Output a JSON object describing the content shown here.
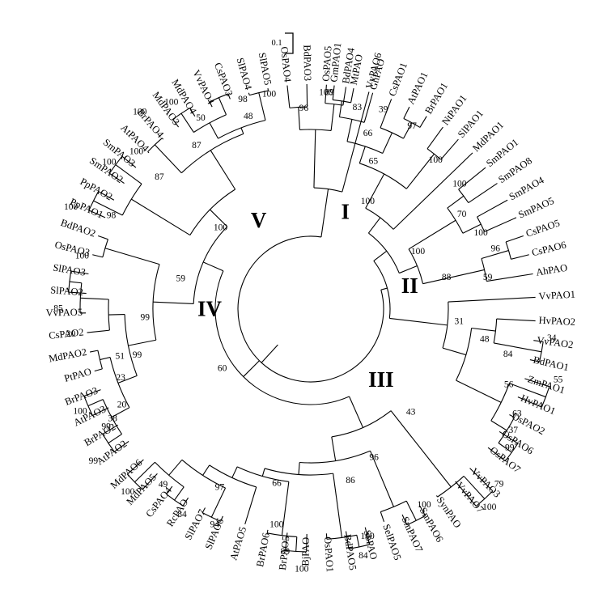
{
  "scale_bar": {
    "label": "0.1"
  },
  "clades": [
    {
      "label": "I",
      "angle": 20
    },
    {
      "label": "II",
      "angle": 78
    },
    {
      "label": "III",
      "angle": 136
    },
    {
      "label": "IV",
      "angle": 269
    },
    {
      "label": "V",
      "angle": 329
    }
  ],
  "taxa": [
    {
      "label": "GmPAO1",
      "angle": 6
    },
    {
      "label": "MtPAO",
      "angle": 11
    },
    {
      "label": "GhPAO",
      "angle": 16
    },
    {
      "label": "CsPAO1",
      "angle": 21
    },
    {
      "label": "AtPAO1",
      "angle": 26
    },
    {
      "label": "BrPAO1",
      "angle": 31
    },
    {
      "label": "NtPAO1",
      "angle": 36
    },
    {
      "label": "SlPAO1",
      "angle": 41
    },
    {
      "label": "MdPAO1",
      "angle": 46
    },
    {
      "label": "SmPAO1",
      "angle": 51
    },
    {
      "label": "SmPAO8",
      "angle": 56
    },
    {
      "label": "SmPAO4",
      "angle": 61
    },
    {
      "label": "SmPAO5",
      "angle": 66
    },
    {
      "label": "CsPAO5",
      "angle": 71
    },
    {
      "label": "CsPAO6",
      "angle": 76
    },
    {
      "label": "AhPAO",
      "angle": 81
    },
    {
      "label": "VvPAO1",
      "angle": 87
    },
    {
      "label": "HvPAO2",
      "angle": 93
    },
    {
      "label": "VvPAO2",
      "angle": 98
    },
    {
      "label": "BdPAO1",
      "angle": 103
    },
    {
      "label": "ZmPAO1",
      "angle": 108
    },
    {
      "label": "HvPAO1",
      "angle": 113
    },
    {
      "label": "OsPAO2",
      "angle": 118
    },
    {
      "label": "OsPAO6",
      "angle": 123
    },
    {
      "label": "OsPAO7",
      "angle": 128
    },
    {
      "label": "VvPAO3",
      "angle": 135
    },
    {
      "label": "VvPAO7",
      "angle": 140
    },
    {
      "label": "SynPAO",
      "angle": 146
    },
    {
      "label": "SmPAO6",
      "angle": 151
    },
    {
      "label": "SmPAO7",
      "angle": 156
    },
    {
      "label": "SelPAO5",
      "angle": 161
    },
    {
      "label": "SbPAO",
      "angle": 166
    },
    {
      "label": "BdPAO5",
      "angle": 171
    },
    {
      "label": "OsPAO1",
      "angle": 176
    },
    {
      "label": "BjPAO",
      "angle": 181
    },
    {
      "label": "BrPAO5",
      "angle": 186
    },
    {
      "label": "BrPAO6",
      "angle": 191
    },
    {
      "label": "AtPAO5",
      "angle": 197
    },
    {
      "label": "SlPAO6",
      "angle": 203
    },
    {
      "label": "SlPAO7",
      "angle": 208
    },
    {
      "label": "RcPAO",
      "angle": 213
    },
    {
      "label": "CsPAO4",
      "angle": 218
    },
    {
      "label": "MdPAO5",
      "angle": 223
    },
    {
      "label": "MdPAO6",
      "angle": 228
    },
    {
      "label": "AtPAO2",
      "angle": 234
    },
    {
      "label": "BrPAO2",
      "angle": 239
    },
    {
      "label": "AtPAO3",
      "angle": 244
    },
    {
      "label": "BrPAO3",
      "angle": 249
    },
    {
      "label": "PtPAO",
      "angle": 254
    },
    {
      "label": "MdPAO2",
      "angle": 259
    },
    {
      "label": "CsPAO2",
      "angle": 264
    },
    {
      "label": "VvPAO5",
      "angle": 269
    },
    {
      "label": "SlPAO2",
      "angle": 274
    },
    {
      "label": "SlPAO3",
      "angle": 279
    },
    {
      "label": "OsPAO3",
      "angle": 284
    },
    {
      "label": "BdPAO2",
      "angle": 289
    },
    {
      "label": "PpPAO1",
      "angle": 294
    },
    {
      "label": "PpPAO2",
      "angle": 299
    },
    {
      "label": "SmPAO2",
      "angle": 304
    },
    {
      "label": "SmPAO3",
      "angle": 309
    },
    {
      "label": "AtPAO4",
      "angle": 314
    },
    {
      "label": "BrPAO4",
      "angle": 319
    },
    {
      "label": "MdPAO3",
      "angle": 324
    },
    {
      "label": "MdPAO4",
      "angle": 329
    },
    {
      "label": "VvPAO4",
      "angle": 334
    },
    {
      "label": "CsPAO3",
      "angle": 339
    },
    {
      "label": "SlPAO4",
      "angle": 344
    },
    {
      "label": "SlPAO5",
      "angle": 349
    },
    {
      "label": "OsPAO4",
      "angle": 354
    },
    {
      "label": "BdPAO3",
      "angle": 359
    },
    {
      "label": "OsPAO5",
      "angle": 364
    },
    {
      "label": "BdPAO4",
      "angle": 369
    },
    {
      "label": "VvPAO6",
      "angle": 375
    }
  ],
  "bootstrap": [
    {
      "label": "89",
      "angle": 5,
      "r": 268
    },
    {
      "label": "83",
      "angle": 13,
      "r": 255
    },
    {
      "label": "39",
      "angle": 20,
      "r": 262
    },
    {
      "label": "97",
      "angle": 29,
      "r": 258
    },
    {
      "label": "66",
      "angle": 18,
      "r": 228
    },
    {
      "label": "100",
      "angle": 40,
      "r": 240
    },
    {
      "label": "65",
      "angle": 23,
      "r": 198
    },
    {
      "label": "100",
      "angle": 28,
      "r": 150
    },
    {
      "label": "100",
      "angle": 50,
      "r": 240
    },
    {
      "label": "70",
      "angle": 58,
      "r": 220
    },
    {
      "label": "100",
      "angle": 66,
      "r": 230
    },
    {
      "label": "96",
      "angle": 72,
      "r": 240
    },
    {
      "label": "59",
      "angle": 80,
      "r": 222
    },
    {
      "label": "100",
      "angle": 62,
      "r": 150
    },
    {
      "label": "88",
      "angle": 77,
      "r": 172
    },
    {
      "label": "31",
      "angle": 95,
      "r": 184
    },
    {
      "label": "48",
      "angle": 100,
      "r": 218
    },
    {
      "label": "84",
      "angle": 103,
      "r": 250
    },
    {
      "label": "34",
      "angle": 97,
      "r": 300
    },
    {
      "label": "56",
      "angle": 111,
      "r": 262
    },
    {
      "label": "55",
      "angle": 106,
      "r": 318
    },
    {
      "label": "63",
      "angle": 117,
      "r": 286
    },
    {
      "label": "37",
      "angle": 121,
      "r": 292
    },
    {
      "label": "99",
      "angle": 125,
      "r": 300
    },
    {
      "label": "43",
      "angle": 136,
      "r": 178
    },
    {
      "label": "79",
      "angle": 133,
      "r": 318
    },
    {
      "label": "100",
      "angle": 138,
      "r": 330
    },
    {
      "label": "100",
      "angle": 150,
      "r": 280
    },
    {
      "label": "96",
      "angle": 157,
      "r": 200
    },
    {
      "label": "86",
      "angle": 167,
      "r": 218
    },
    {
      "label": "100",
      "angle": 166,
      "r": 290
    },
    {
      "label": "84",
      "angle": 168,
      "r": 312
    },
    {
      "label": "100",
      "angle": 182,
      "r": 322
    },
    {
      "label": "89",
      "angle": 186,
      "r": 302
    },
    {
      "label": "100",
      "angle": 189,
      "r": 270
    },
    {
      "label": "66",
      "angle": 191,
      "r": 220
    },
    {
      "label": "97",
      "angle": 207,
      "r": 248
    },
    {
      "label": "94",
      "angle": 204,
      "r": 292
    },
    {
      "label": "84",
      "angle": 212,
      "r": 300
    },
    {
      "label": "49",
      "angle": 220,
      "r": 284
    },
    {
      "label": "100",
      "angle": 225,
      "r": 320
    },
    {
      "label": "99",
      "angle": 235,
      "r": 328
    },
    {
      "label": "99",
      "angle": 240,
      "r": 292
    },
    {
      "label": "100",
      "angle": 246,
      "r": 312
    },
    {
      "label": "38",
      "angle": 241,
      "r": 280
    },
    {
      "label": "20",
      "angle": 243,
      "r": 262
    },
    {
      "label": "23",
      "angle": 250,
      "r": 250
    },
    {
      "label": "51",
      "angle": 256,
      "r": 243
    },
    {
      "label": "20",
      "angle": 264,
      "r": 298
    },
    {
      "label": "85",
      "angle": 270,
      "r": 312
    },
    {
      "label": "99",
      "angle": 255,
      "r": 222
    },
    {
      "label": "99",
      "angle": 267,
      "r": 205
    },
    {
      "label": "100",
      "angle": 283,
      "r": 290
    },
    {
      "label": "60",
      "angle": 236,
      "r": 132
    },
    {
      "label": "98",
      "angle": 295,
      "r": 272
    },
    {
      "label": "100",
      "angle": 293,
      "r": 322
    },
    {
      "label": "100",
      "angle": 306,
      "r": 308
    },
    {
      "label": "59",
      "angle": 283,
      "r": 165
    },
    {
      "label": "100",
      "angle": 312,
      "r": 290
    },
    {
      "label": "87",
      "angle": 311,
      "r": 248
    },
    {
      "label": "87",
      "angle": 325,
      "r": 246
    },
    {
      "label": "100",
      "angle": 319,
      "r": 322
    },
    {
      "label": "50",
      "angle": 330,
      "r": 272
    },
    {
      "label": "48",
      "angle": 342,
      "r": 250
    },
    {
      "label": "98",
      "angle": 342,
      "r": 272
    },
    {
      "label": "100",
      "angle": 326,
      "r": 308
    },
    {
      "label": "100",
      "angle": 349,
      "r": 270
    },
    {
      "label": "96",
      "angle": 358,
      "r": 248
    },
    {
      "label": "100",
      "angle": 364,
      "r": 268
    },
    {
      "label": "100",
      "angle": 312,
      "r": 150
    }
  ]
}
